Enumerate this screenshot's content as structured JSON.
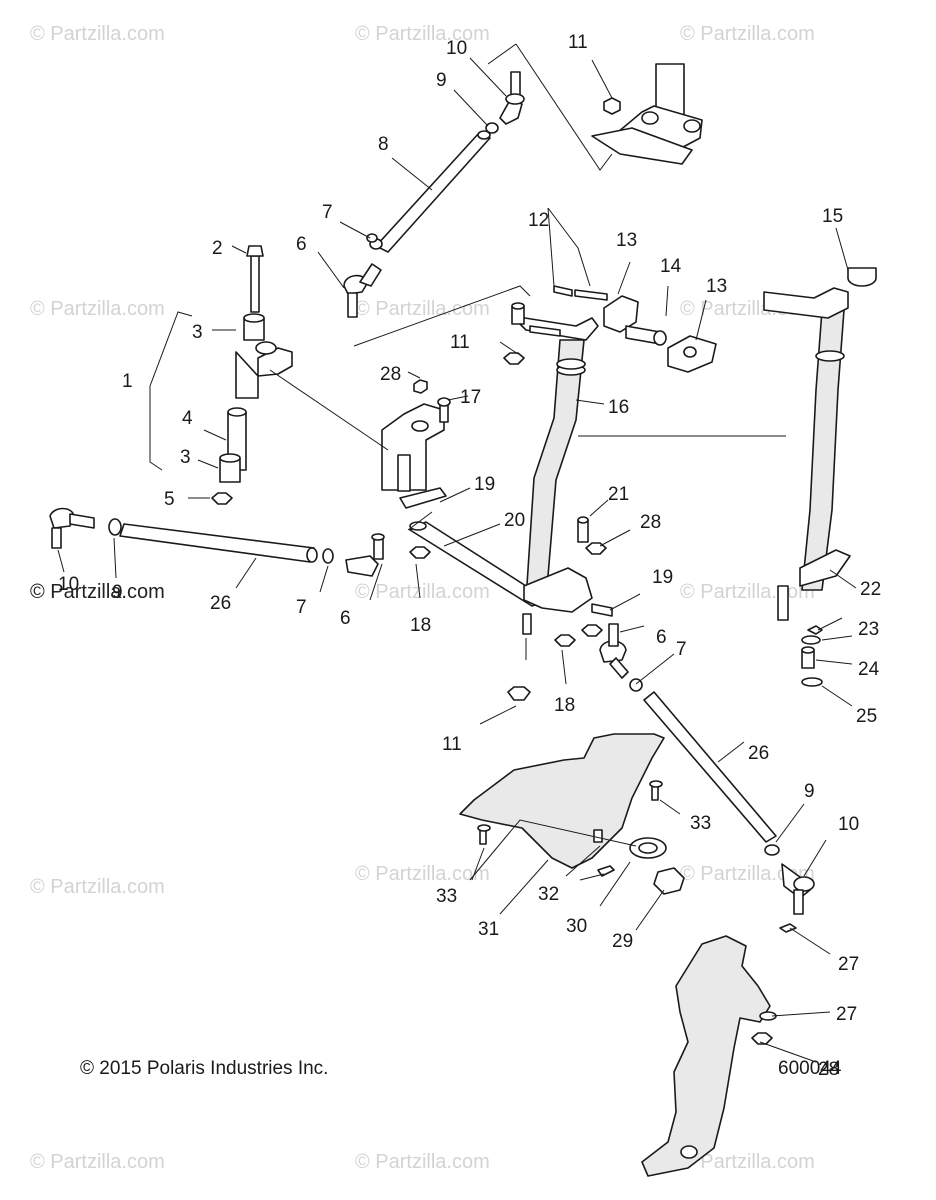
{
  "watermark": "© Partzilla.com",
  "copyright": "© 2015 Polaris Industries Inc.",
  "diagram_id": "600044",
  "callouts": [
    "1",
    "2",
    "3",
    "4",
    "3",
    "5",
    "6",
    "7",
    "8",
    "9",
    "10",
    "11",
    "12",
    "13",
    "14",
    "13",
    "15",
    "11",
    "16",
    "17",
    "28",
    "19",
    "20",
    "21",
    "28",
    "9",
    "10",
    "26",
    "7",
    "6",
    "18",
    "19",
    "6",
    "7",
    "18",
    "11",
    "22",
    "23",
    "24",
    "25",
    "26",
    "9",
    "10",
    "33",
    "33",
    "32",
    "30",
    "31",
    "29",
    "27",
    "27",
    "28"
  ]
}
